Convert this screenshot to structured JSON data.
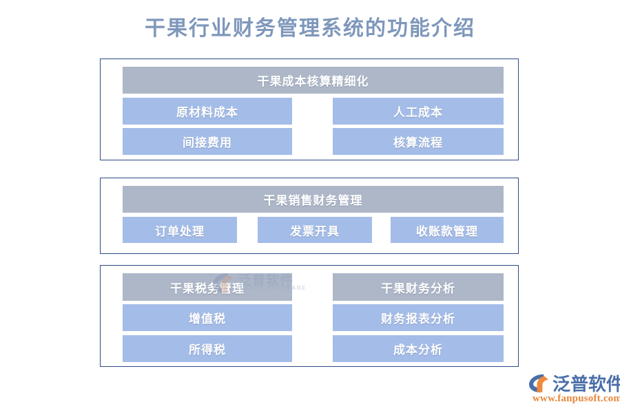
{
  "page": {
    "title": "干果行业财务管理系统的功能介绍",
    "title_color": "#7e97bb",
    "background": "#ffffff",
    "header_color": "#adb7c8",
    "item_color": "#a4bce8",
    "border_color": "#2c4a86"
  },
  "groups": [
    {
      "id": "group-1",
      "header": "干果成本核算精细化",
      "layout": "two-column-grid",
      "items": [
        "原材料成本",
        "人工成本",
        "间接费用",
        "核算流程"
      ]
    },
    {
      "id": "group-2",
      "header": "干果销售财务管理",
      "layout": "three-column-row",
      "items": [
        "订单处理",
        "发票开具",
        "收账款管理"
      ]
    },
    {
      "id": "group-3",
      "layout": "two-column-sections",
      "columns": [
        {
          "header": "干果税务管理",
          "items": [
            "增值税",
            "所得税"
          ]
        },
        {
          "header": "干果财务分析",
          "items": [
            "财务报表分析",
            "成本分析"
          ]
        }
      ]
    }
  ],
  "watermark": {
    "text": "泛普软件",
    "subtext": "FANPU SOFTWARE"
  },
  "brand": {
    "name": "泛普软件",
    "url": "www.fanpusoft.com",
    "name_color": "#4a6fa8",
    "url_color": "#e8873a"
  }
}
